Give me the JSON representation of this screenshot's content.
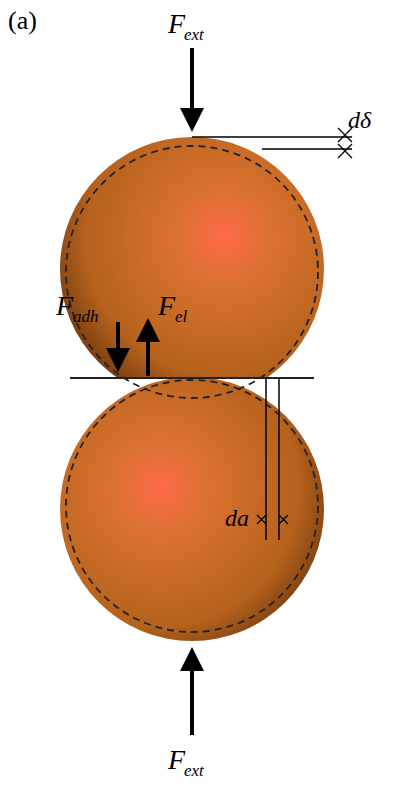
{
  "diagram": {
    "labels": [
      "(a)",
      "F",
      "ext",
      "dδ",
      "F",
      "adh",
      "F",
      "el",
      "da",
      "F",
      "ext"
    ]
  }
}
